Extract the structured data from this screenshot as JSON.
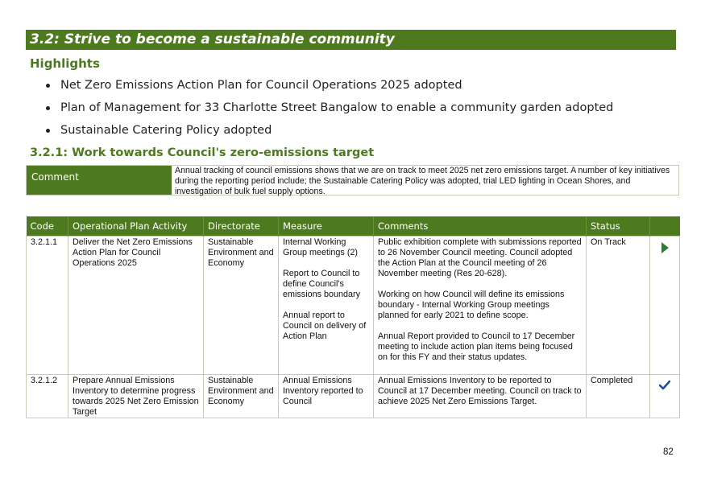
{
  "section_title": "3.2: Strive to become a sustainable community",
  "highlights_heading": "Highlights",
  "highlights": [
    "Net Zero Emissions Action Plan for Council Operations 2025 adopted",
    "Plan of Management for 33 Charlotte Street Bangalow to enable a community garden adopted",
    "Sustainable Catering Policy adopted"
  ],
  "subsection_title": "3.2.1: Work towards Council's zero-emissions target",
  "comment": {
    "label": "Comment",
    "text": "Annual tracking of council emissions shows that we are on track to meet 2025 net zero emissions target. A number of key initiatives during the reporting period include; the Sustainable Catering Policy was adopted, trial LED lighting in Ocean Shores, and investigation of bulk fuel supply options."
  },
  "table": {
    "headers": [
      "Code",
      "Operational Plan Activity",
      "Directorate",
      "Measure",
      "Comments",
      "Status"
    ],
    "rows": [
      {
        "code": "3.2.1.1",
        "activity": "Deliver the Net Zero Emissions  Action Plan for Council Operations 2025",
        "directorate": "Sustainable Environment and Economy",
        "measure": [
          "Internal Working Group meetings (2)",
          "Report to Council to define Council's emissions boundary",
          "Annual report to Council on delivery of Action Plan"
        ],
        "comments": [
          "Public exhibition complete with submissions reported to 26 November Council meeting. Council adopted the Action Plan at the Council meeting of 26 November meeting (Res 20-628).",
          "Working on how Council will define its emissions boundary - Internal Working Group meetings planned for early 2021 to define scope.",
          "Annual Report provided to Council to 17 December meeting to include action plan items being focused on for this FY and their status updates."
        ],
        "status": "On Track",
        "status_icon": "play-arrow-icon"
      },
      {
        "code": "3.2.1.2",
        "activity": "Prepare Annual Emissions Inventory to determine progress towards 2025 Net Zero Emission Target",
        "directorate": "Sustainable Environment and Economy",
        "measure": [
          "Annual Emissions Inventory reported to Council"
        ],
        "comments": [
          "Annual Emissions Inventory to be reported to Council at 17 December meeting. Council on track to achieve 2025 Net Zero Emissions Target."
        ],
        "status": "Completed",
        "status_icon": "checkmark-icon"
      }
    ]
  },
  "page_number": "82",
  "colors": {
    "brand_green": "#4d7a1f",
    "arrow_green": "#2e7d32",
    "check_blue": "#1f4e9a",
    "border": "#c9cbb9"
  }
}
